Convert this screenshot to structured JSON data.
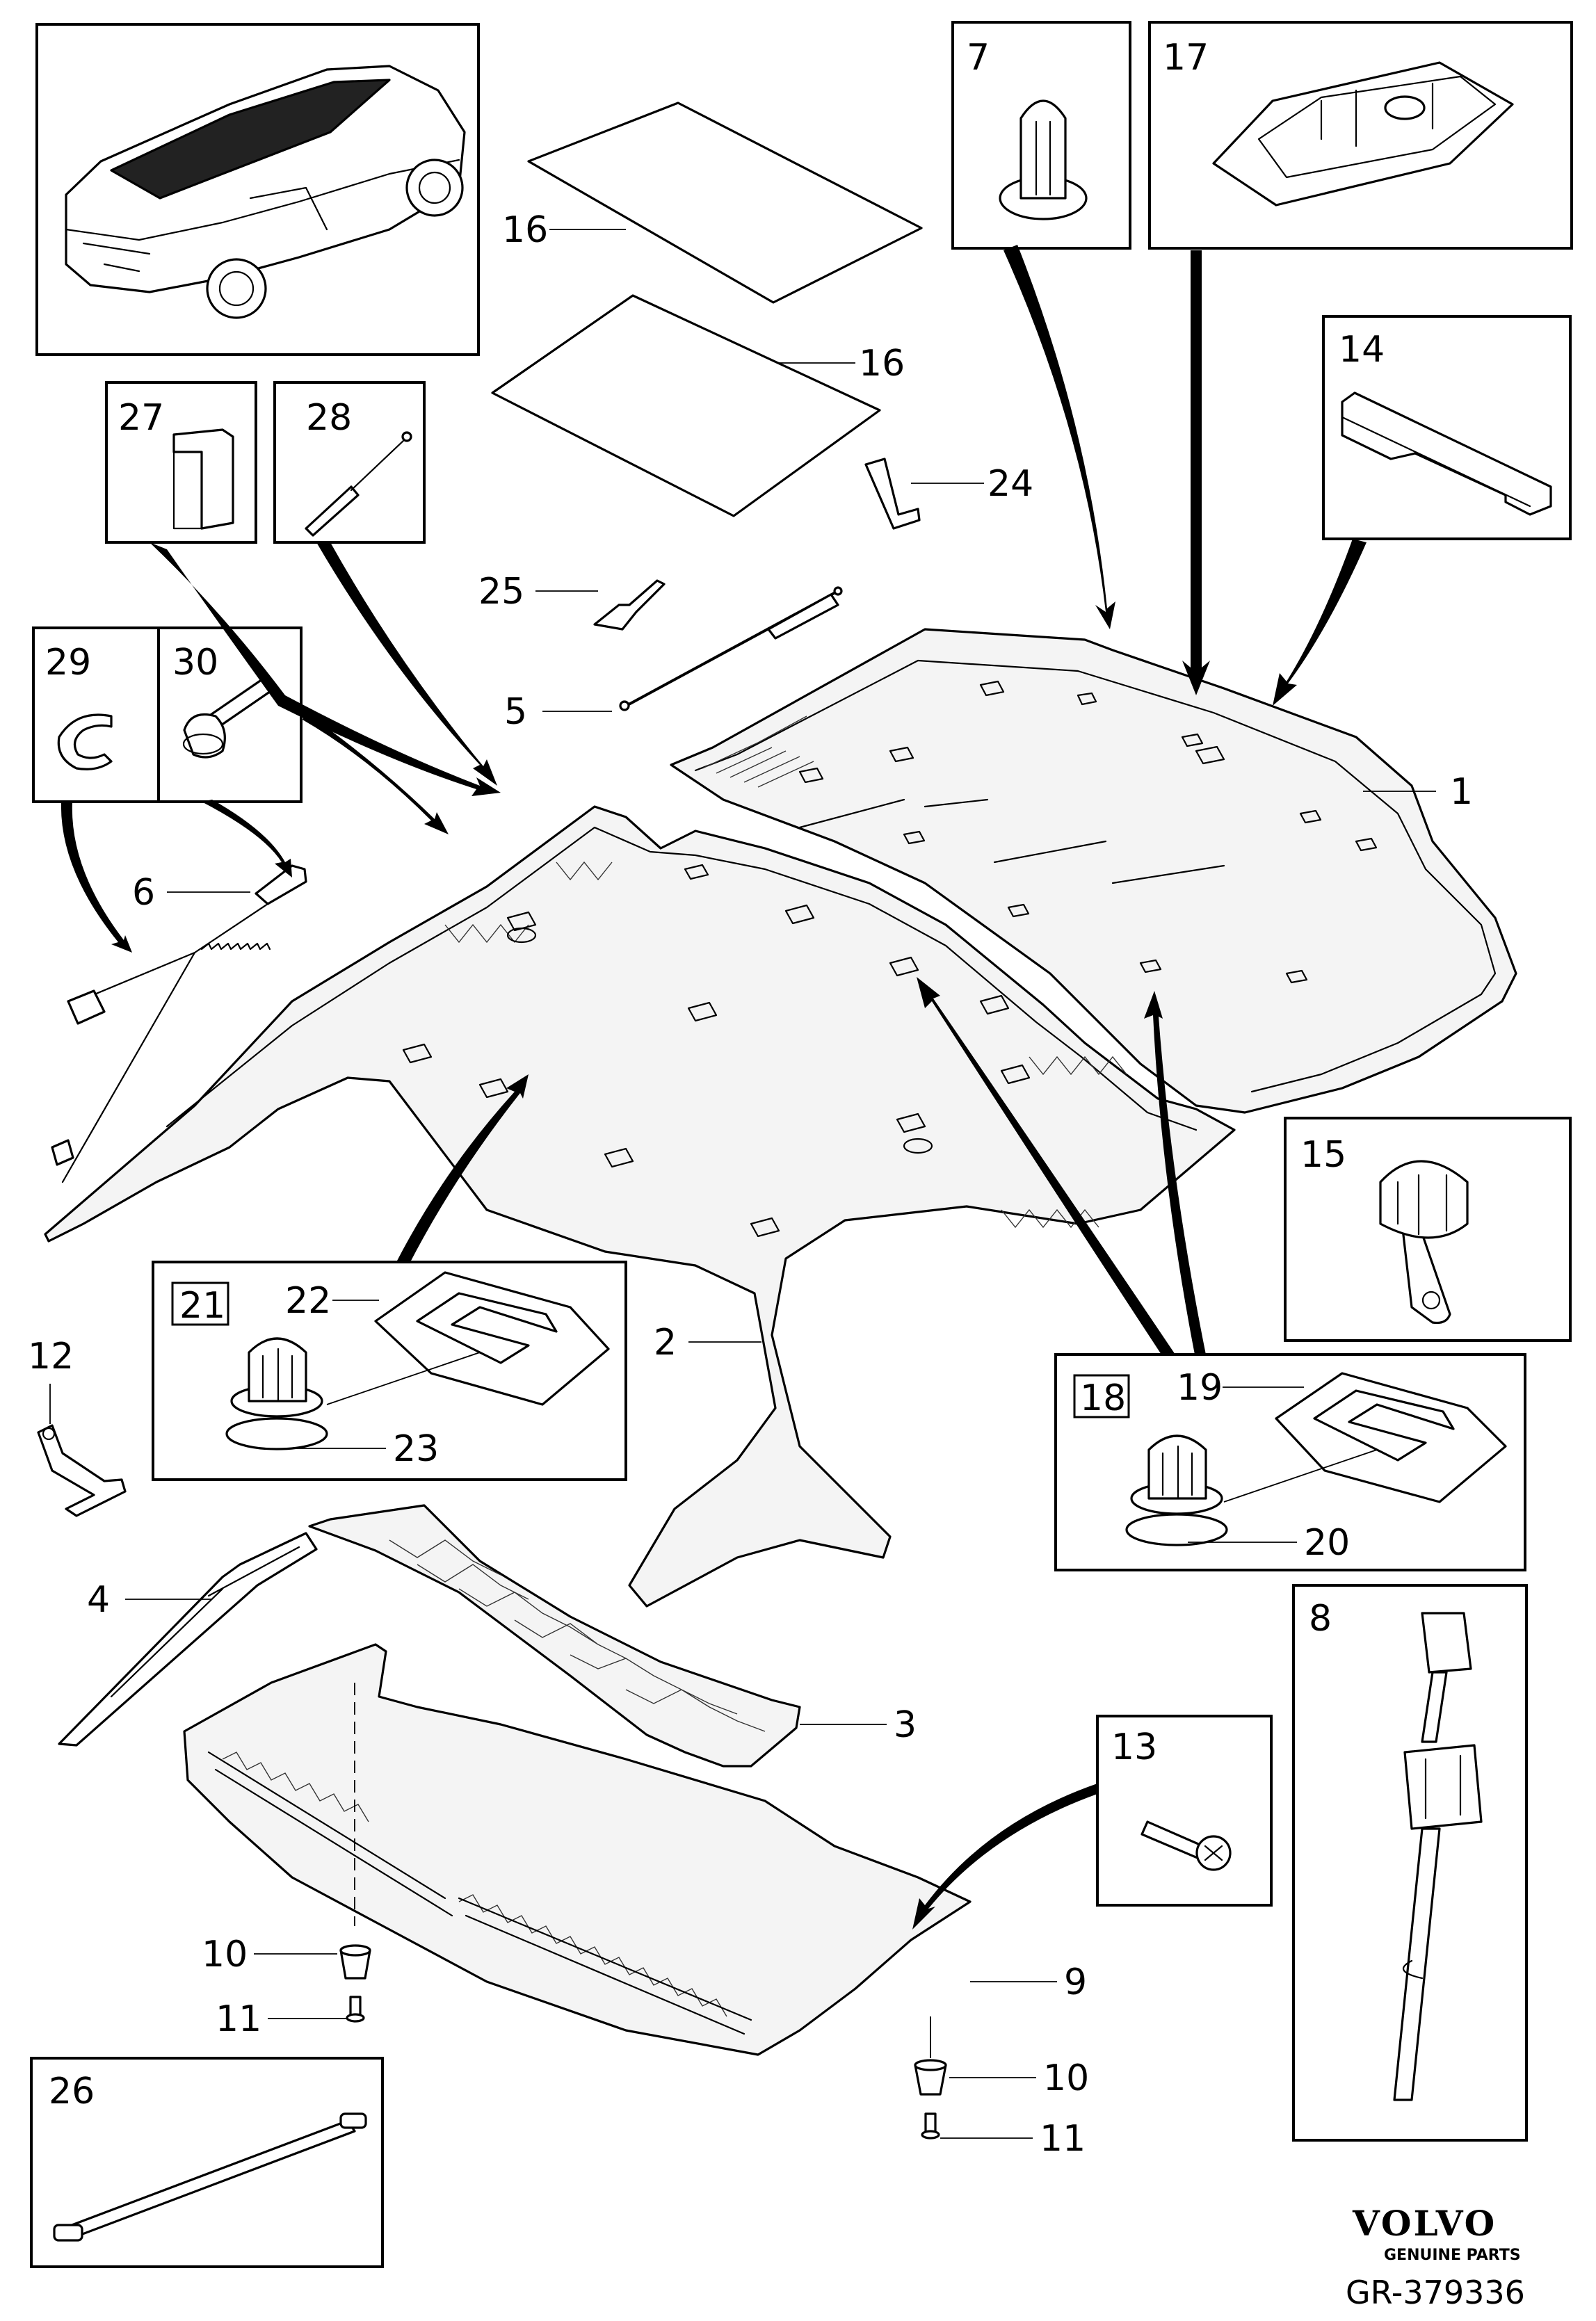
{
  "diagram": {
    "callouts": {
      "c1": "1",
      "c2": "2",
      "c3": "3",
      "c4": "4",
      "c5": "5",
      "c6": "6",
      "c7": "7",
      "c8": "8",
      "c9": "9",
      "c10a": "10",
      "c10b": "10",
      "c11a": "11",
      "c11b": "11",
      "c12": "12",
      "c13": "13",
      "c14": "14",
      "c15": "15",
      "c16a": "16",
      "c16b": "16",
      "c17": "17",
      "c18": "18",
      "c19": "19",
      "c20": "20",
      "c21": "21",
      "c22": "22",
      "c23": "23",
      "c24": "24",
      "c25": "25",
      "c26": "26",
      "c27": "27",
      "c28": "28",
      "c29": "29",
      "c30": "30"
    },
    "brand": {
      "name": "VOLVO",
      "tagline": "GENUINE PARTS",
      "code": "GR-379336"
    }
  },
  "colors": {
    "line": "#000000",
    "part_fill": "#f4f4f4",
    "background": "#ffffff"
  }
}
